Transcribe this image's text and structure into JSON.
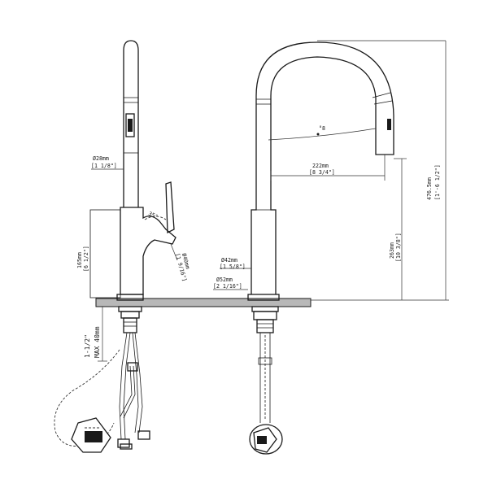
{
  "dimensions": {
    "spray_head_dia_mm": "Ø28mm",
    "spray_head_dia_in": "[1 1/8\"]",
    "body_height_mm": "165mm",
    "body_height_in": "[6 1/2\"]",
    "rotation_angle": "35°",
    "handle_length_mm": "Ø40mm",
    "handle_length_in": "[1 9/16\"]",
    "hole_size": "1-1/2\"",
    "max_thickness": "MAX 40mm",
    "swivel_angle": "°8",
    "reach_mm": "222mm",
    "reach_in": "[8 3/4\"]",
    "spout_dia_mm": "Ø42mm",
    "spout_dia_in": "[1 5/8\"]",
    "base_dia_mm": "Ø52mm",
    "base_dia_in": "[2 1/16\"]",
    "clearance_mm": "263mm",
    "clearance_in": "[10 3/8\"]",
    "total_height_mm": "476.5mm",
    "total_height_in": "[1'-6 1/2\"]"
  },
  "colors": {
    "line": "#1a1a1a",
    "counter_fill": "#b8b8b8"
  }
}
